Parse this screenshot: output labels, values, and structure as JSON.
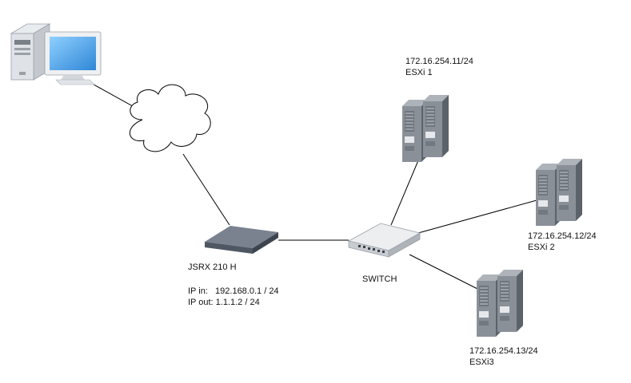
{
  "nodes": {
    "router": {
      "name": "JSRX 210 H",
      "ip_in": "IP in:   192.168.0.1 / 24",
      "ip_out": "IP out: 1.1.1.2 / 24"
    },
    "switch": {
      "name": "SWITCH"
    },
    "esxi1": {
      "ip": "172.16.254.11/24",
      "name": "ESXi 1"
    },
    "esxi2": {
      "ip": "172.16.254.12/24",
      "name": "ESXi 2"
    },
    "esxi3": {
      "ip": "172.16.254.13/24",
      "name": "ESXi3"
    }
  },
  "colors": {
    "server_body": "#7b818a",
    "server_front": "#9aa0a8",
    "router_body": "#5b6470",
    "switch_body": "#e4e7ea",
    "monitor_screen": "#4aa3e8",
    "link": "#000000"
  },
  "icons": [
    "desktop-computer-icon",
    "cloud-icon",
    "router-icon",
    "switch-icon",
    "server-icon"
  ]
}
